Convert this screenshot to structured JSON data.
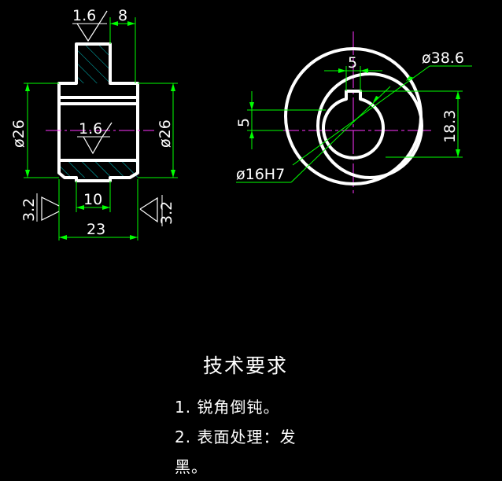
{
  "drawing": {
    "left_view": {
      "roughness_top": "1.6",
      "dim_top_width": "8",
      "roughness_center": "1.6",
      "dim_left_diameter": "ø26",
      "dim_right_diameter": "ø26",
      "dim_bottom_inner": "10",
      "dim_overall_width": "23",
      "roughness_left": "3.2",
      "roughness_right": "3.2"
    },
    "right_view": {
      "dim_keyway_width": "5",
      "dim_outer_diameter": "ø38.6",
      "dim_left_height": "5",
      "dim_right_height": "18.3",
      "dim_bore": "ø16H7"
    }
  },
  "notes": {
    "title": "技术要求",
    "item1": "1. 锐角倒钝。",
    "item2": "2. 表面处理：发",
    "item3": "黑。"
  }
}
